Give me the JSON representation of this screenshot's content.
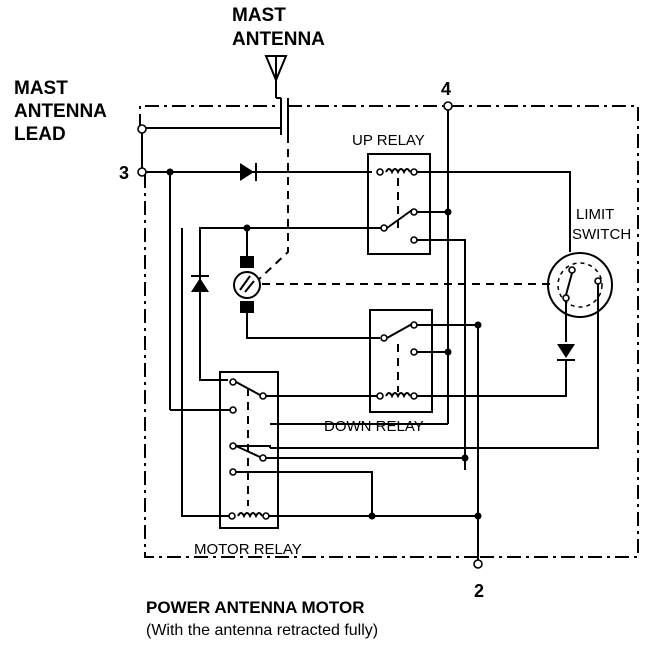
{
  "labels": {
    "mast_antenna_line1": "MAST",
    "mast_antenna_line2": "ANTENNA",
    "mast_antenna_lead_line1": "MAST",
    "mast_antenna_lead_line2": "ANTENNA",
    "mast_antenna_lead_line3": "LEAD",
    "up_relay": "UP RELAY",
    "down_relay": "DOWN RELAY",
    "motor_relay": "MOTOR RELAY",
    "limit_switch_line1": "LIMIT",
    "limit_switch_line2": "SWITCH"
  },
  "pins": {
    "pin_3": "3",
    "pin_4": "4",
    "pin_2": "2"
  },
  "caption": {
    "title": "POWER ANTENNA MOTOR",
    "subtitle": "(With the antenna retracted fully)"
  }
}
